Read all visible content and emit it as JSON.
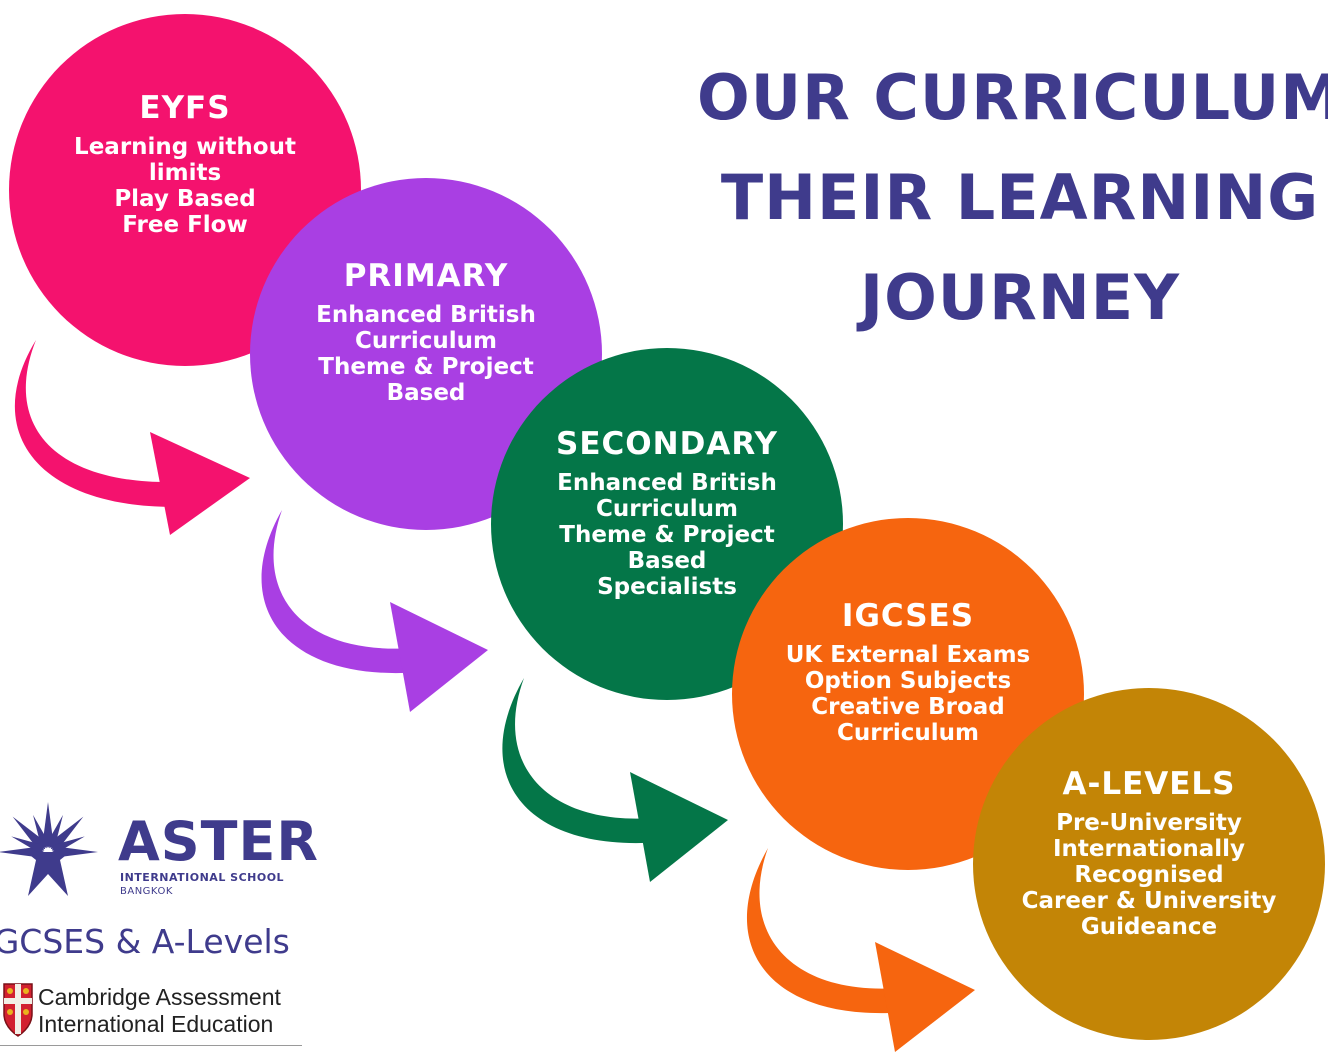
{
  "title": {
    "lines": [
      "OUR CURRICULUM",
      "THEIR LEARNING",
      "JOURNEY"
    ]
  },
  "stages": [
    {
      "title": "EYFS",
      "lines": [
        "Learning without",
        "limits",
        "Play Based",
        "Free Flow"
      ],
      "color": "#f4126e"
    },
    {
      "title": "PRIMARY",
      "lines": [
        "Enhanced British",
        "Curriculum",
        "Theme & Project",
        "Based"
      ],
      "color": "#a93fe3"
    },
    {
      "title": "SECONDARY",
      "lines": [
        "Enhanced British",
        "Curriculum",
        "Theme & Project",
        "Based",
        "Specialists"
      ],
      "color": "#047648"
    },
    {
      "title": "IGCSES",
      "lines": [
        "UK External Exams",
        "Option Subjects",
        "Creative Broad",
        "Curriculum"
      ],
      "color": "#f6650f"
    },
    {
      "title": "A-LEVELS",
      "lines": [
        "Pre-University",
        "Internationally",
        "Recognised",
        "Career & University",
        "Guideance"
      ],
      "color": "#c38506"
    }
  ],
  "branding": {
    "school_name": "ASTER",
    "school_sub": "INTERNATIONAL SCHOOL",
    "school_city": "BANGKOK",
    "tagline": "IGCSES & A-Levels",
    "cambridge_line1": "Cambridge Assessment",
    "cambridge_line2": "International Education",
    "logo_color": "#3f3b8c",
    "logo_icon": "aster-star-icon",
    "crest_icon": "cambridge-crest-icon"
  }
}
